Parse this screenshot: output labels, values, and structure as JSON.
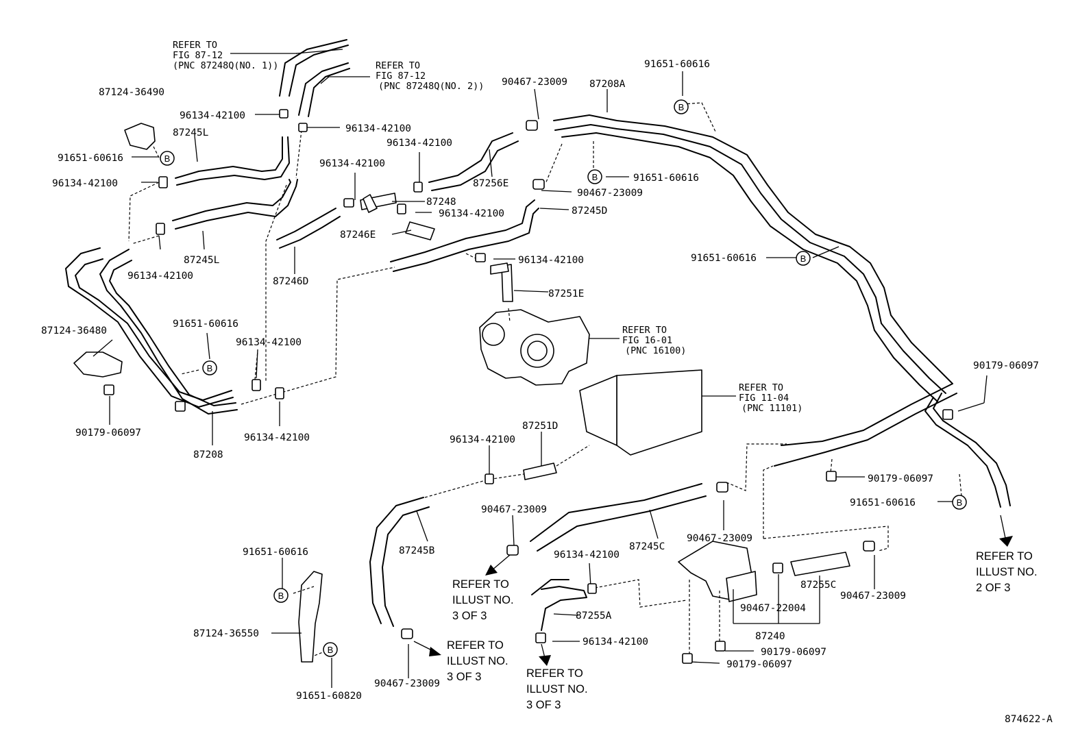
{
  "diagram_code": "874622-A",
  "bolt_marker_letter": "B",
  "refer_notes": {
    "fig_87_12_no1": [
      "REFER TO",
      "FIG 87-12",
      "(PNC 87248Q(NO. 1))"
    ],
    "fig_87_12_no2": [
      "REFER TO",
      "FIG 87-12",
      "(PNC 87248Q(NO. 2))"
    ],
    "fig_16_01": [
      "REFER TO",
      "FIG 16-01",
      "(PNC 16100)"
    ],
    "fig_11_04": [
      "REFER TO",
      "FIG 11-04",
      "(PNC 11101)"
    ],
    "illust_2_of_3": [
      "REFER TO",
      "ILLUST NO.",
      "2 OF 3"
    ],
    "illust_3_of_3_a": [
      "REFER TO",
      "ILLUST NO.",
      "3 OF 3"
    ],
    "illust_3_of_3_b": [
      "REFER TO",
      "ILLUST NO.",
      "3 OF 3"
    ],
    "illust_3_of_3_c": [
      "REFER TO",
      "ILLUST NO.",
      "3 OF 3"
    ]
  },
  "part_labels": [
    "87124-36490",
    "87245L",
    "91651-60616",
    "96134-42100",
    "96134-42100",
    "96134-42100",
    "96134-42100",
    "87245L",
    "87124-36480",
    "91651-60616",
    "96134-42100",
    "90179-06097",
    "87208",
    "96134-42100",
    "96134-42100",
    "96134-42100",
    "87248",
    "96134-42100",
    "87246E",
    "87246D",
    "90467-23009",
    "87208A",
    "87256E",
    "91651-60616",
    "90467-23009",
    "87245D",
    "96134-42100",
    "87251E",
    "91651-60616",
    "91651-60616",
    "90179-06097",
    "87251D",
    "96134-42100",
    "87245B",
    "90467-23009",
    "87245C",
    "90467-23009",
    "90179-06097",
    "91651-60616",
    "91651-60616",
    "87124-36550",
    "91651-60820",
    "90467-23009",
    "96134-42100",
    "87255A",
    "96134-42100",
    "90467-22004",
    "87255C",
    "90467-23009",
    "87240",
    "90179-06097",
    "90179-06097"
  ]
}
